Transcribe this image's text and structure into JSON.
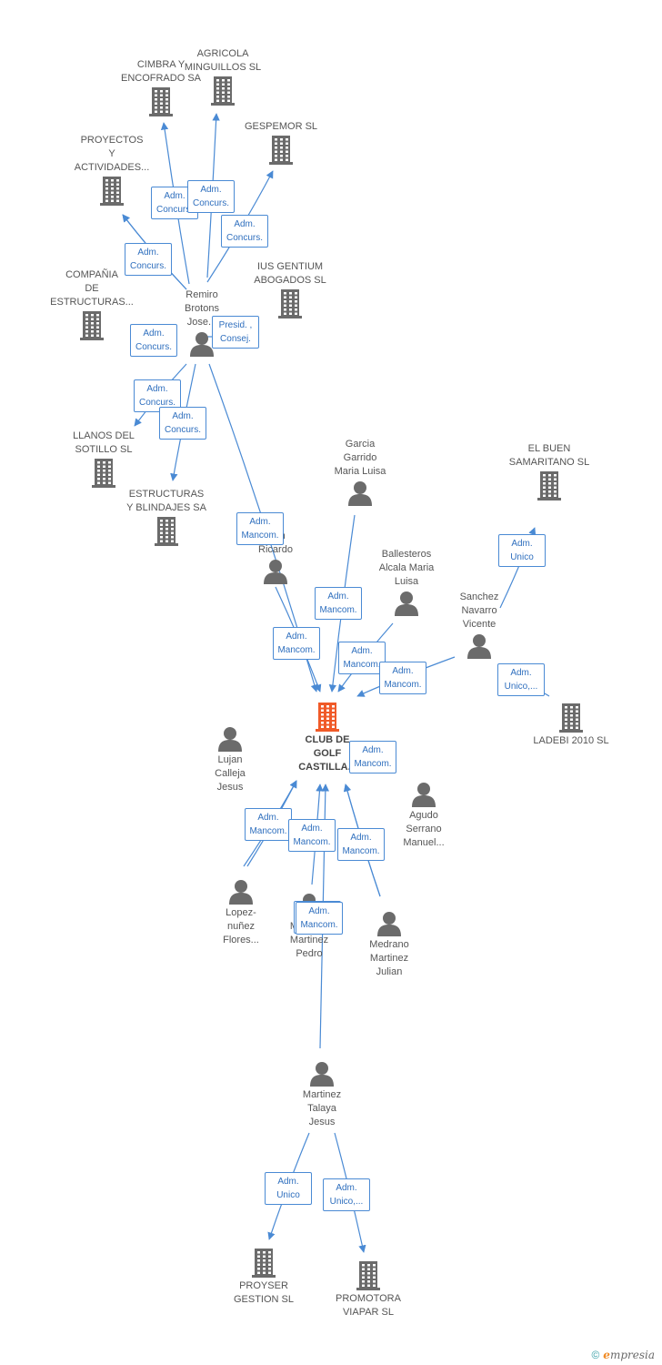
{
  "colors": {
    "edge": "#4a8ad4",
    "node": "#6b6b6b",
    "center": "#f05a28",
    "tag_text": "#2f6fbe"
  },
  "center": {
    "label": "CLUB DE\nGOLF\nCASTILLA..."
  },
  "nodes": [
    {
      "id": "center",
      "type": "company",
      "label": "CLUB DE\nGOLF\nCASTILLA..."
    },
    {
      "id": "cimbra",
      "type": "company",
      "label": "CIMBRA Y\nENCOFRADO SA"
    },
    {
      "id": "agricola",
      "type": "company",
      "label": "AGRICOLA\nMINGUILLOS SL"
    },
    {
      "id": "gespemor",
      "type": "company",
      "label": "GESPEMOR SL"
    },
    {
      "id": "proyectos",
      "type": "company",
      "label": "PROYECTOS\nY\nACTIVIDADES..."
    },
    {
      "id": "compania",
      "type": "company",
      "label": "COMPAÑIA\nDE\nESTRUCTURAS..."
    },
    {
      "id": "ius",
      "type": "company",
      "label": "IUS GENTIUM\nABOGADOS SL"
    },
    {
      "id": "remiro",
      "type": "person",
      "label": "Remiro\nBrotons\nJose..."
    },
    {
      "id": "llanos",
      "type": "company",
      "label": "LLANOS DEL\nSOTILLO SL"
    },
    {
      "id": "estructuras",
      "type": "company",
      "label": "ESTRUCTURAS\nY BLINDAJES SA"
    },
    {
      "id": "garcia",
      "type": "person",
      "label": "Garcia\nGarrido\nMaria Luisa"
    },
    {
      "id": "elbuen",
      "type": "company",
      "label": "EL BUEN\nSAMARITANO SL"
    },
    {
      "id": "ricardo",
      "type": "person",
      "label": "...z\n...an\nRicardo"
    },
    {
      "id": "ballesteros",
      "type": "person",
      "label": "Ballesteros\nAlcala Maria\nLuisa"
    },
    {
      "id": "sanchez",
      "type": "person",
      "label": "Sanchez\nNavarro\nVicente"
    },
    {
      "id": "ladebi",
      "type": "company",
      "label": "LADEBI 2010 SL"
    },
    {
      "id": "lujan",
      "type": "person",
      "label": "Lujan\nCalleja\nJesus"
    },
    {
      "id": "agudo",
      "type": "person",
      "label": "Agudo\nSerrano\nManuel..."
    },
    {
      "id": "lopez",
      "type": "person",
      "label": "Lopez-\nnuñez\nFlores..."
    },
    {
      "id": "montoya",
      "type": "person",
      "label": "Montoya\nMartinez\nPedro"
    },
    {
      "id": "medrano",
      "type": "person",
      "label": "Medrano\nMartinez\nJulian"
    },
    {
      "id": "talaya",
      "type": "person",
      "label": "Martinez\nTalaya\nJesus"
    },
    {
      "id": "proyser",
      "type": "company",
      "label": "PROYSER\nGESTION SL"
    },
    {
      "id": "promotora",
      "type": "company",
      "label": "PROMOTORA\nVIAPAR SL"
    }
  ],
  "edges": [
    {
      "from": "remiro",
      "to": "cimbra",
      "label": "Adm.\nConcurs."
    },
    {
      "from": "remiro",
      "to": "agricola",
      "label": "Adm.\nConcurs."
    },
    {
      "from": "remiro",
      "to": "gespemor",
      "label": "Adm.\nConcurs."
    },
    {
      "from": "remiro",
      "to": "proyectos",
      "label": "Adm.\nConcurs."
    },
    {
      "from": "remiro",
      "to": "compania",
      "label": "Adm.\nConcurs."
    },
    {
      "from": "remiro",
      "to": "ius",
      "label": "Presid. ,\nConsej."
    },
    {
      "from": "remiro",
      "to": "llanos",
      "label": "Adm.\nConcurs."
    },
    {
      "from": "remiro",
      "to": "estructuras",
      "label": "Adm.\nConcurs."
    },
    {
      "from": "remiro",
      "to": "center",
      "label": "Adm.\nMancom."
    },
    {
      "from": "garcia",
      "to": "center",
      "label": "Adm.\nMancom."
    },
    {
      "from": "ricardo",
      "to": "center",
      "label": "Adm.\nMancom."
    },
    {
      "from": "ballesteros",
      "to": "center",
      "label": "Adm.\nMancom."
    },
    {
      "from": "sanchez",
      "to": "center",
      "label": "Adm.\nMancom."
    },
    {
      "from": "sanchez",
      "to": "elbuen",
      "label": "Adm.\nUnico"
    },
    {
      "from": "sanchez",
      "to": "ladebi",
      "label": "Adm.\nUnico,..."
    },
    {
      "from": "lujan",
      "to": "center",
      "label": "Adm.\nMancom."
    },
    {
      "from": "agudo",
      "to": "center",
      "label": "Adm.\nMancom."
    },
    {
      "from": "lopez",
      "to": "center",
      "label": "Adm.\nMancom."
    },
    {
      "from": "montoya",
      "to": "center",
      "label": "Adm.\nMancom."
    },
    {
      "from": "medrano",
      "to": "center",
      "label": "Adm.\nMancom."
    },
    {
      "from": "talaya",
      "to": "center",
      "label": "Adm.\nMancom."
    },
    {
      "from": "talaya",
      "to": "proyser",
      "label": "Adm.\nUnico"
    },
    {
      "from": "talaya",
      "to": "promotora",
      "label": "Adm.\nUnico,..."
    }
  ],
  "footer": {
    "copyright": "©",
    "brand_initial": "e",
    "brand_rest": "mpresia"
  }
}
